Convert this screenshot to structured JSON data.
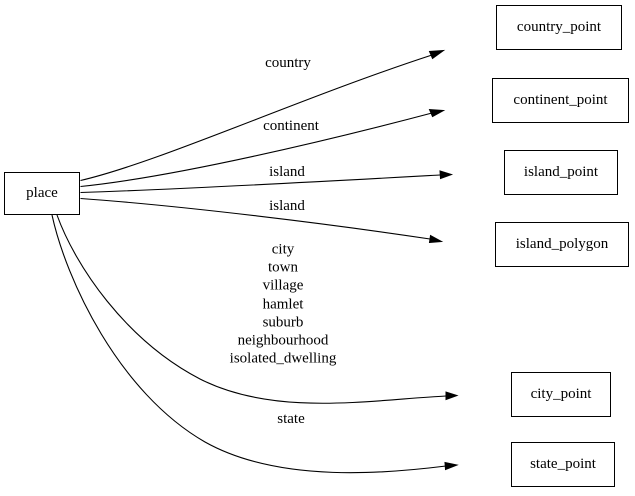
{
  "diagram": {
    "type": "directed-graph",
    "background_color": "#ffffff",
    "line_color": "#000000",
    "text_color": "#000000",
    "root": {
      "id": "place",
      "label": "place"
    },
    "nodes": [
      {
        "id": "place",
        "label": "place"
      },
      {
        "id": "country_point",
        "label": "country_point"
      },
      {
        "id": "continent_point",
        "label": "continent_point"
      },
      {
        "id": "island_point",
        "label": "island_point"
      },
      {
        "id": "island_polygon",
        "label": "island_polygon"
      },
      {
        "id": "city_point",
        "label": "city_point"
      },
      {
        "id": "state_point",
        "label": "state_point"
      }
    ],
    "edges": [
      {
        "from": "place",
        "to": "country_point",
        "label": "country"
      },
      {
        "from": "place",
        "to": "continent_point",
        "label": "continent"
      },
      {
        "from": "place",
        "to": "island_point",
        "label": "island"
      },
      {
        "from": "place",
        "to": "island_polygon",
        "label": "island"
      },
      {
        "from": "place",
        "to": "city_point",
        "label": "city\ntown\nvillage\nhamlet\nsuburb\nneighbourhood\nisolated_dwelling"
      },
      {
        "from": "place",
        "to": "state_point",
        "label": "state"
      }
    ]
  }
}
